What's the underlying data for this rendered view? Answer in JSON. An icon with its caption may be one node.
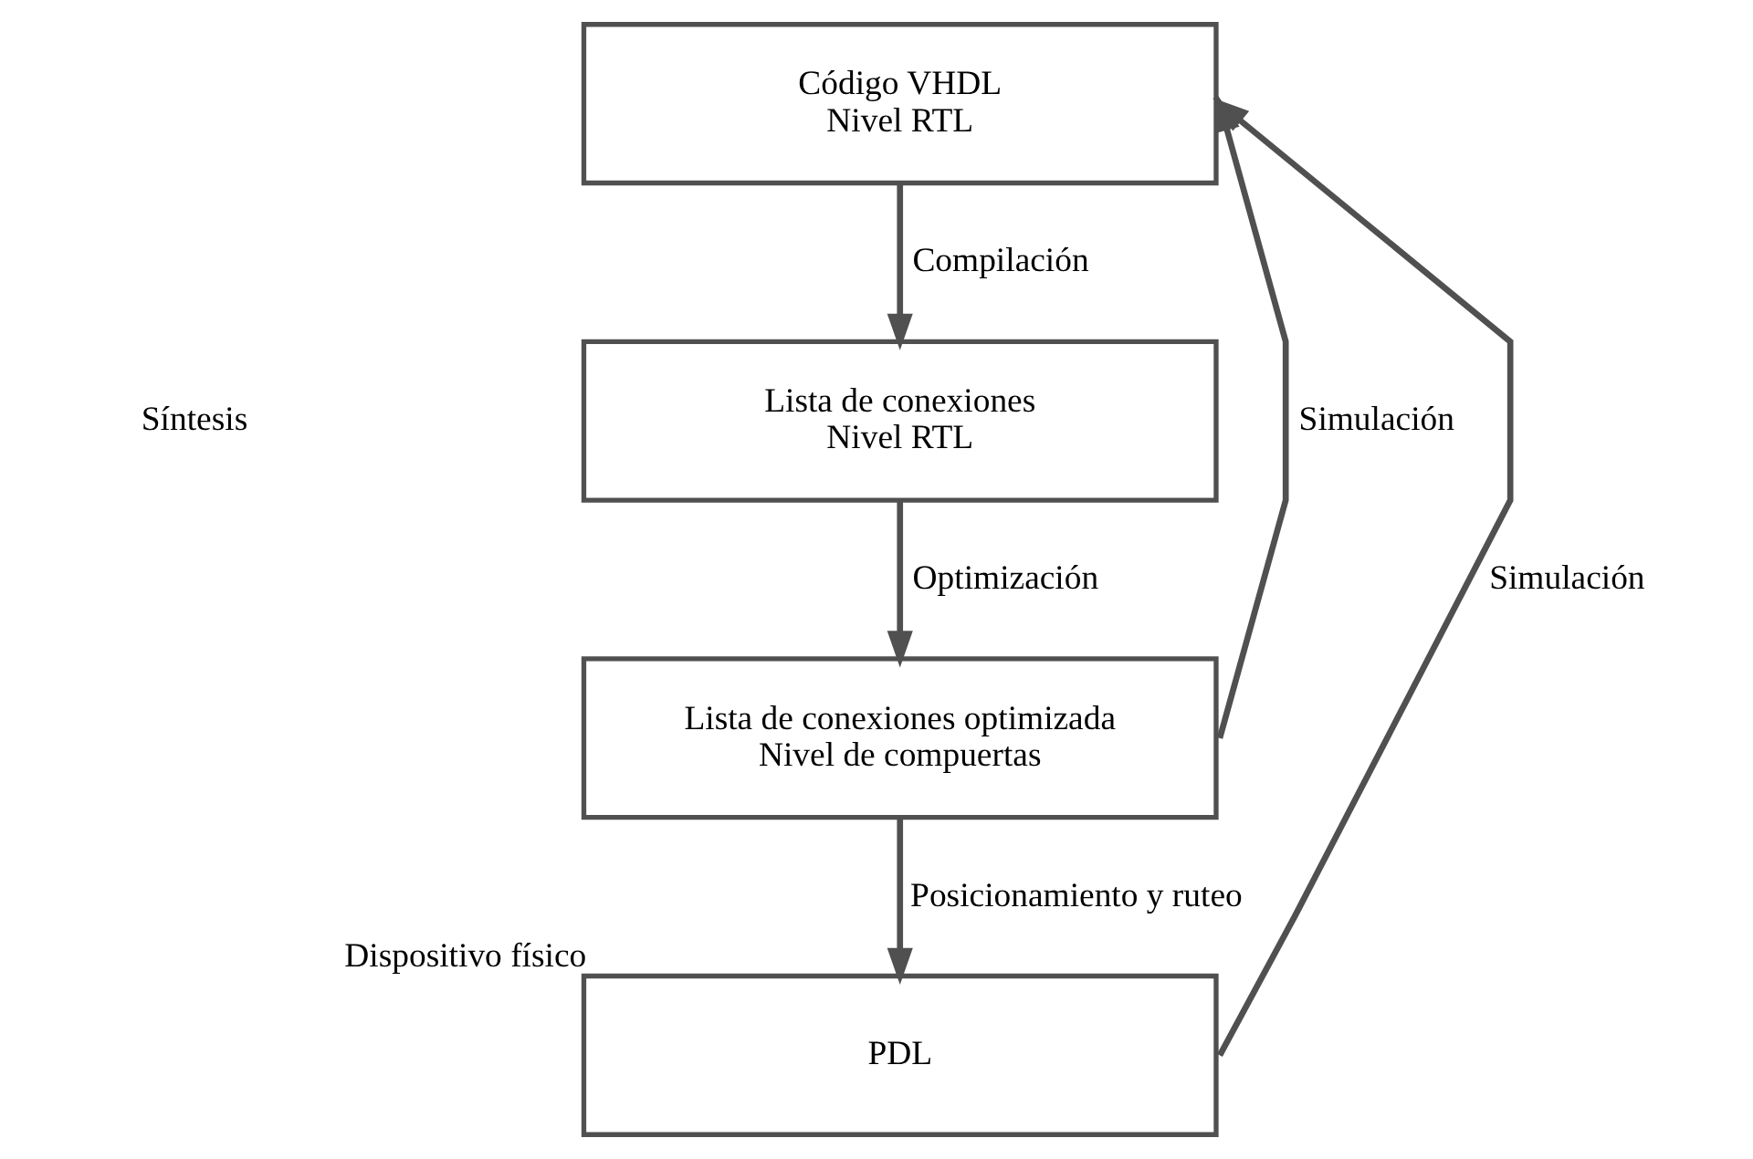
{
  "diagram": {
    "nodes": [
      {
        "text": [
          "Código VHDL",
          "Nivel RTL"
        ]
      },
      {
        "text": [
          "Lista de conexiones",
          "Nivel RTL"
        ]
      },
      {
        "text": [
          "Lista de conexiones optimizada",
          "Nivel de compuertas"
        ]
      },
      {
        "text": [
          "PDL"
        ],
        "beside": [
          "Dispositivo físico"
        ]
      }
    ],
    "edges": [
      {
        "from": 0,
        "to": 1,
        "arrow": "to",
        "label": "Compilación"
      },
      {
        "from": 1,
        "to": 2,
        "arrow": "to",
        "label": "Optimización"
      },
      {
        "from": 2,
        "to": 3,
        "arrow": "to",
        "label": "Posicionamiento y ruteo"
      },
      {
        "from": 2,
        "to": 0,
        "arrow": "to",
        "label": "Simulación"
      },
      {
        "from": 3,
        "to": 0,
        "arrow": "to",
        "label": "Simulación"
      }
    ],
    "labels": [
      "Síntesis"
    ]
  }
}
